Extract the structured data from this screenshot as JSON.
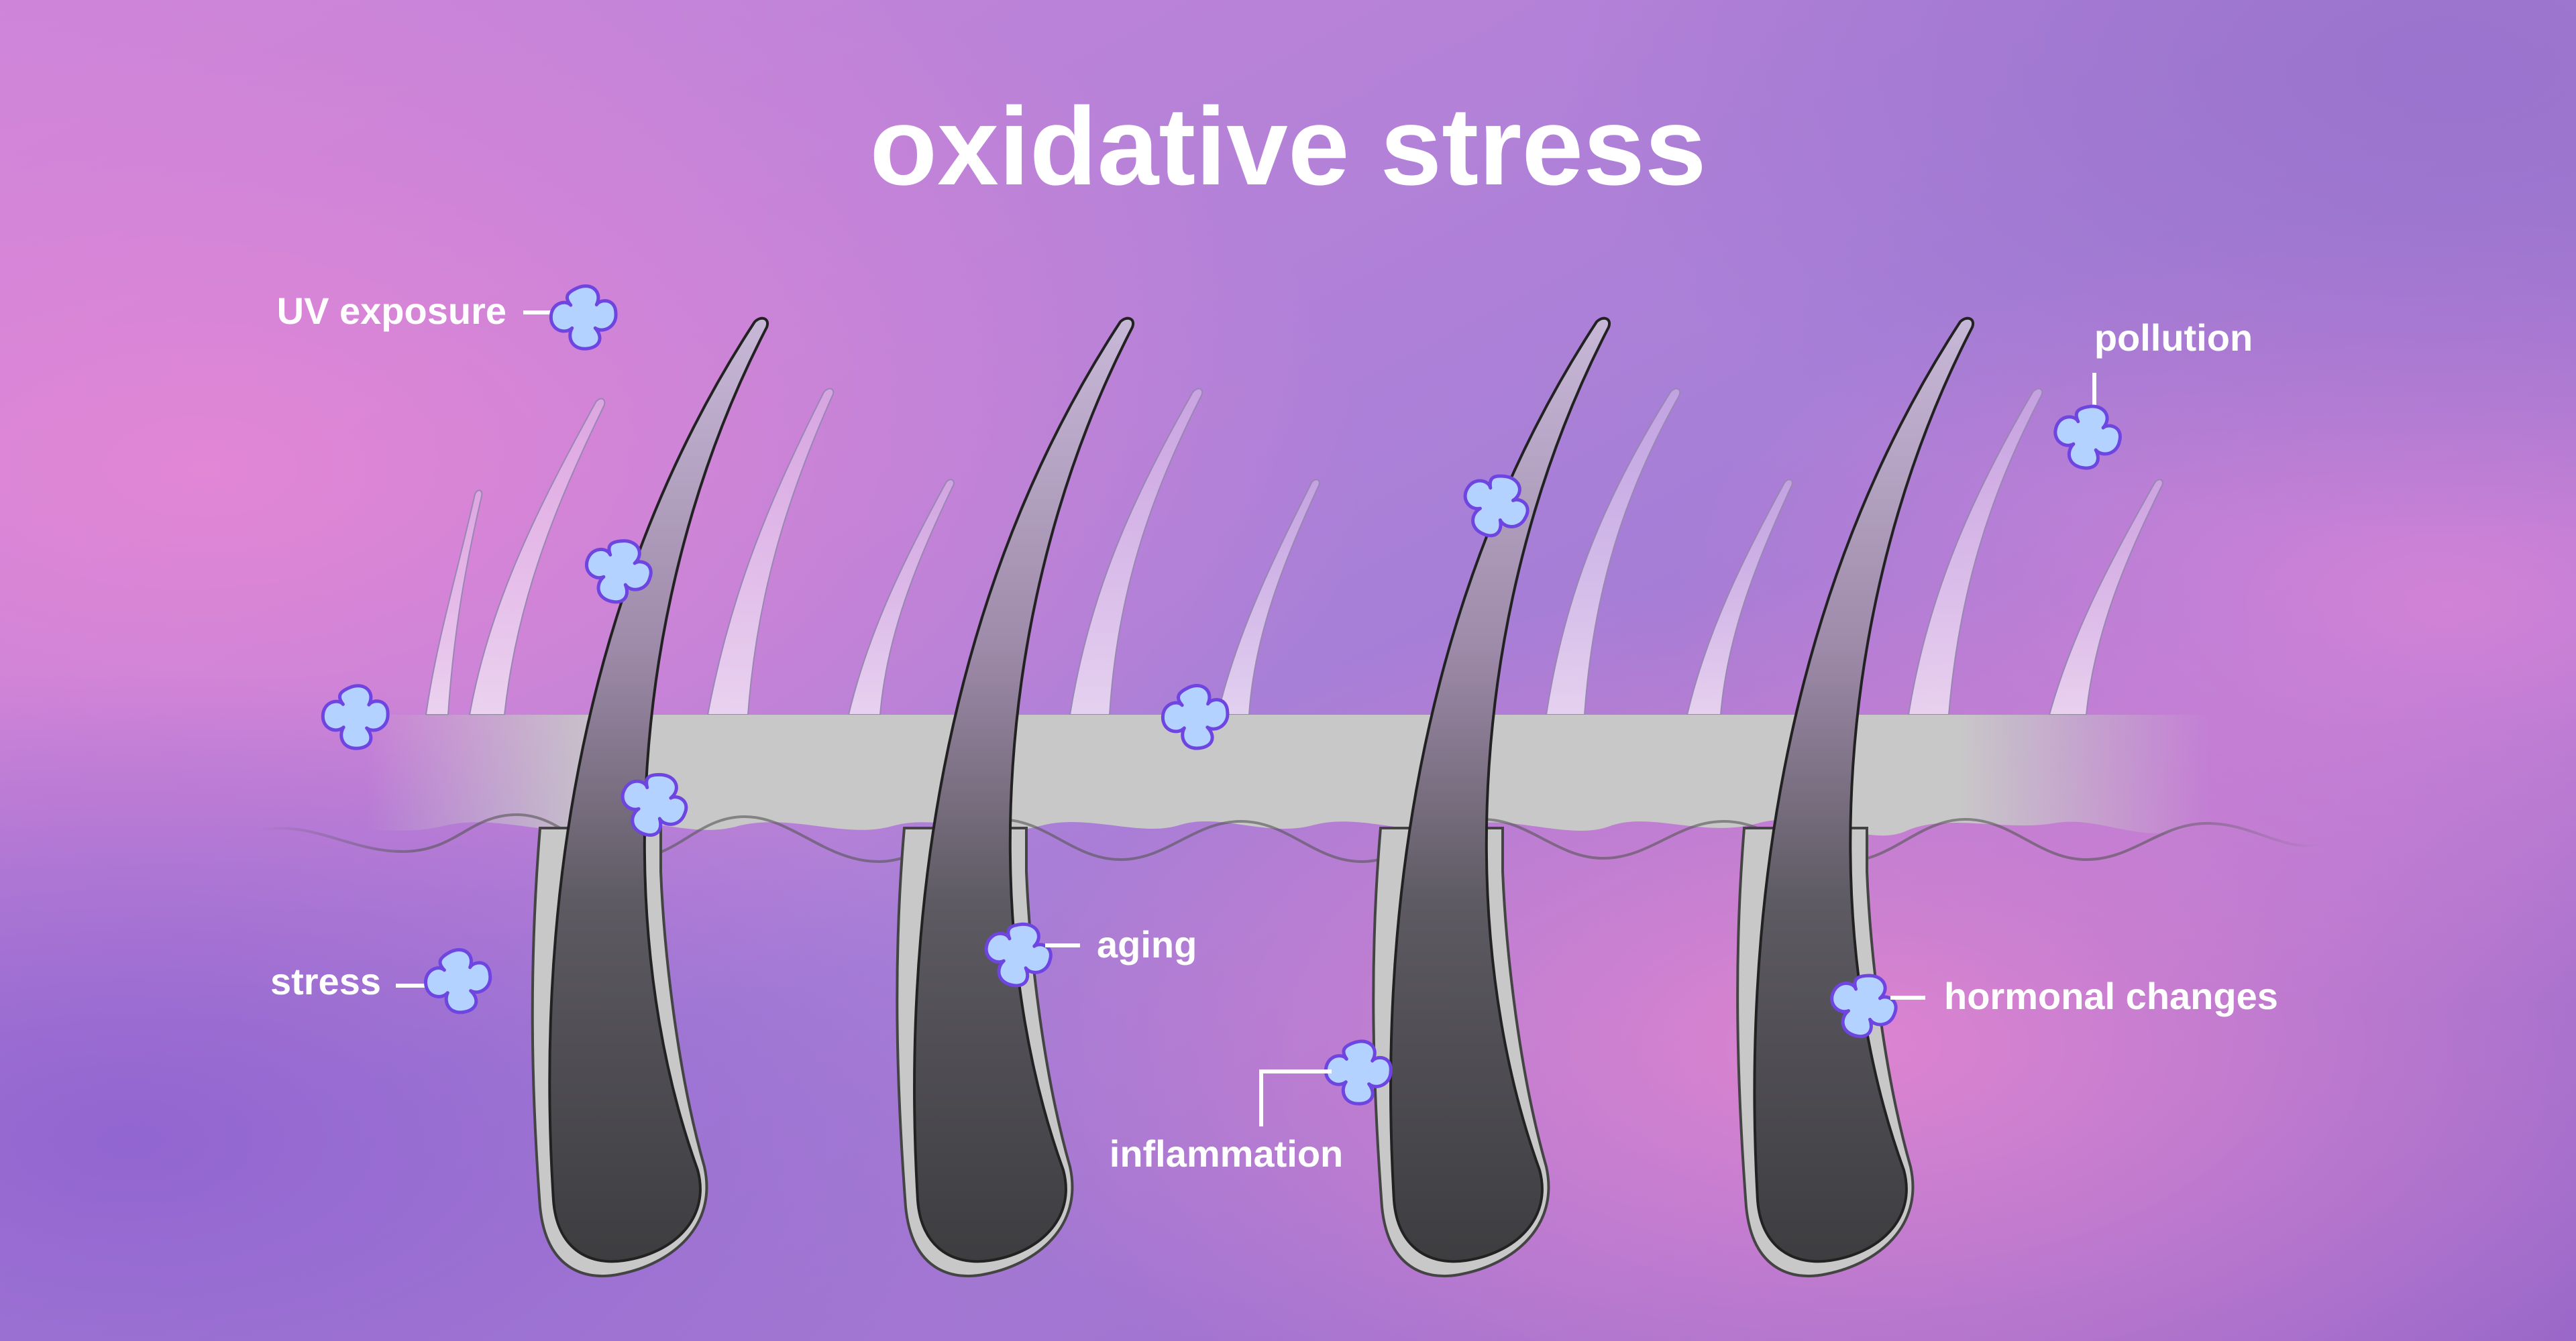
{
  "title": "oxidative stress",
  "labels": {
    "uv_exposure": "UV exposure",
    "pollution": "pollution",
    "stress": "stress",
    "aging": "aging",
    "inflammation": "inflammation",
    "hormonal_changes": "hormonal changes"
  },
  "icons": {
    "free_radical": "four-lobed-blob-icon"
  },
  "colors": {
    "background_purple": "#9f78d3",
    "background_pink": "#d97fd6",
    "skin_gray": "#c8c8c8",
    "hair_dark": "#3f3f42",
    "hair_light": "#b29fc3",
    "radical_fill": "#b3d2ff",
    "radical_stroke": "#6e45e0",
    "text": "#ffffff"
  }
}
